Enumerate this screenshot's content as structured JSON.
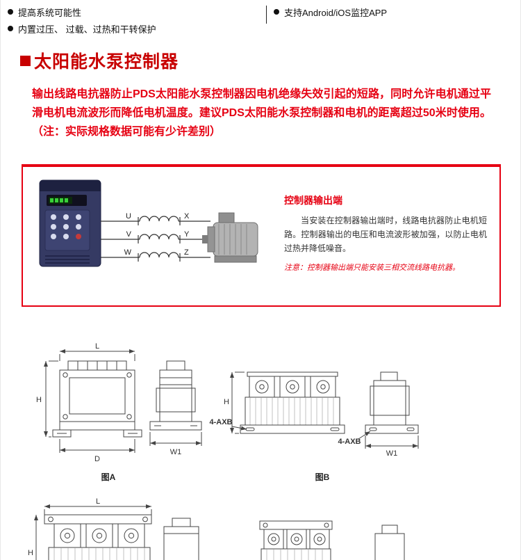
{
  "accent_color": "#e60012",
  "top_features": {
    "left": [
      {
        "label": "提高系统可能性"
      },
      {
        "label": "内置过压、 过载、过热和干转保护"
      }
    ],
    "right": [
      {
        "label": "支持Android/iOS监控APP"
      }
    ]
  },
  "section": {
    "title": "太阳能水泵控制器",
    "intro": "输出线路电抗器防止PDS太阳能水泵控制器因电机绝缘失效引起的短路，同时允许电机通过平滑电机电流波形而降低电机温度。建议PDS太阳能水泵控制器和电机的距离超过50米时使用。（注：实际规格数据可能有少许差别）"
  },
  "wiring": {
    "left_terminals": [
      "U",
      "V",
      "W"
    ],
    "right_terminals": [
      "X",
      "Y",
      "Z"
    ]
  },
  "output_panel": {
    "title": "控制器输出端",
    "body": "当安装在控制器输出端时，线路电抗器防止电机短路。控制器输出的电压和电流波形被加强，以防止电机过热并降低噪音。",
    "note": "注意：控制器输出端只能安装三相交流线路电抗器。"
  },
  "figures": {
    "figA": {
      "caption": "图A",
      "dim_L": "L",
      "dim_H": "H",
      "dim_D": "D",
      "dim_W1": "W1"
    },
    "figB": {
      "caption": "图B",
      "dim_H": "H",
      "dim_W1": "W1",
      "callout_front": "4-AXB",
      "callout_side": "4-AXB"
    },
    "figC": {
      "dim_L": "L",
      "dim_H": "H"
    }
  }
}
